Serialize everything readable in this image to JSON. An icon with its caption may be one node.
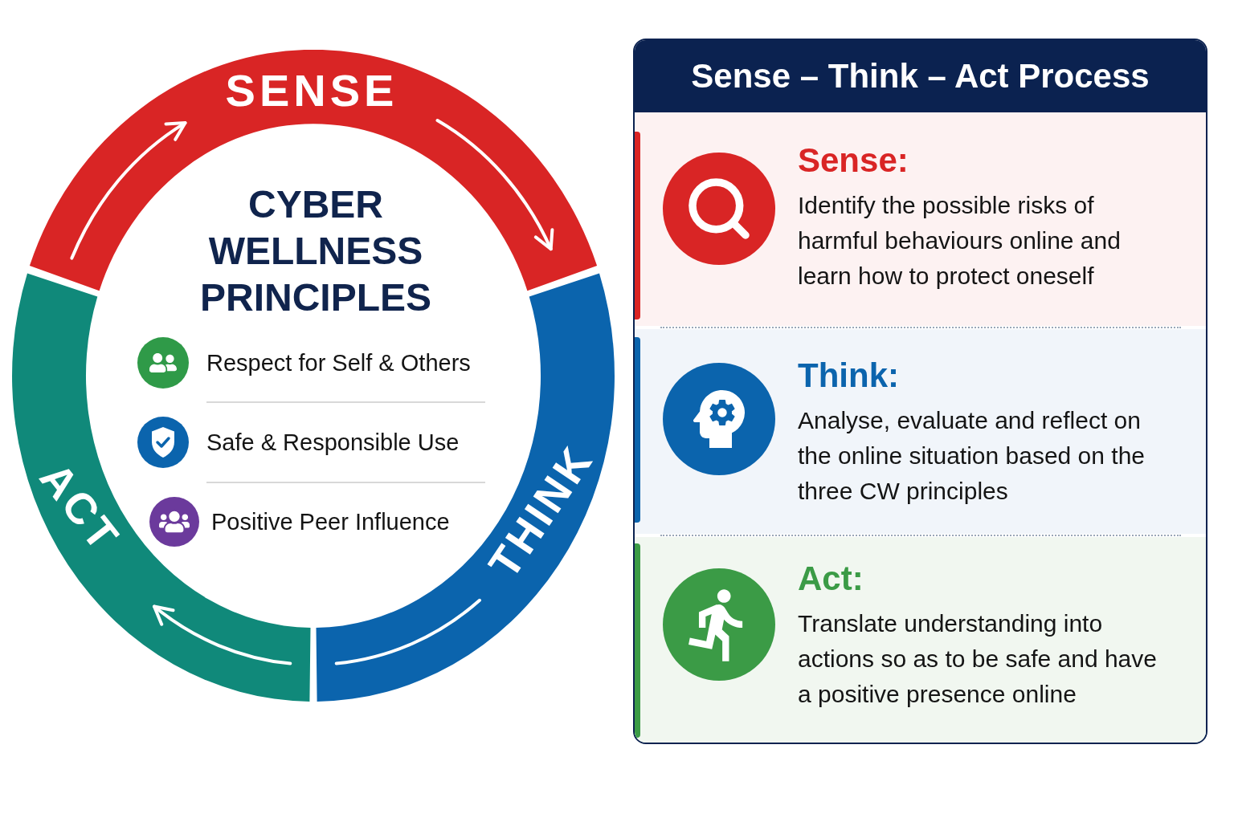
{
  "diagram": {
    "nodes": [
      {
        "text": [
          "SENSE"
        ]
      },
      {
        "text": [
          "THINK"
        ]
      },
      {
        "text": [
          "ACT"
        ]
      },
      {
        "text": [
          "Sense – Think – Act Process"
        ]
      },
      {
        "text": [
          "Sense:",
          "Identify the possible risks of harmful behaviours online and learn how to protect oneself"
        ],
        "in": 3
      },
      {
        "text": [
          "Think:",
          "Analyse, evaluate and reflect on the online situation based on the three CW principles"
        ],
        "in": 3
      },
      {
        "text": [
          "Act:",
          "Translate understanding into actions so as to be safe and have a positive presence online"
        ],
        "in": 3
      }
    ],
    "labels": [
      "CYBER WELLNESS PRINCIPLES",
      "Respect for Self & Others",
      "Safe & Responsible Use",
      "Positive Peer Influence"
    ]
  }
}
